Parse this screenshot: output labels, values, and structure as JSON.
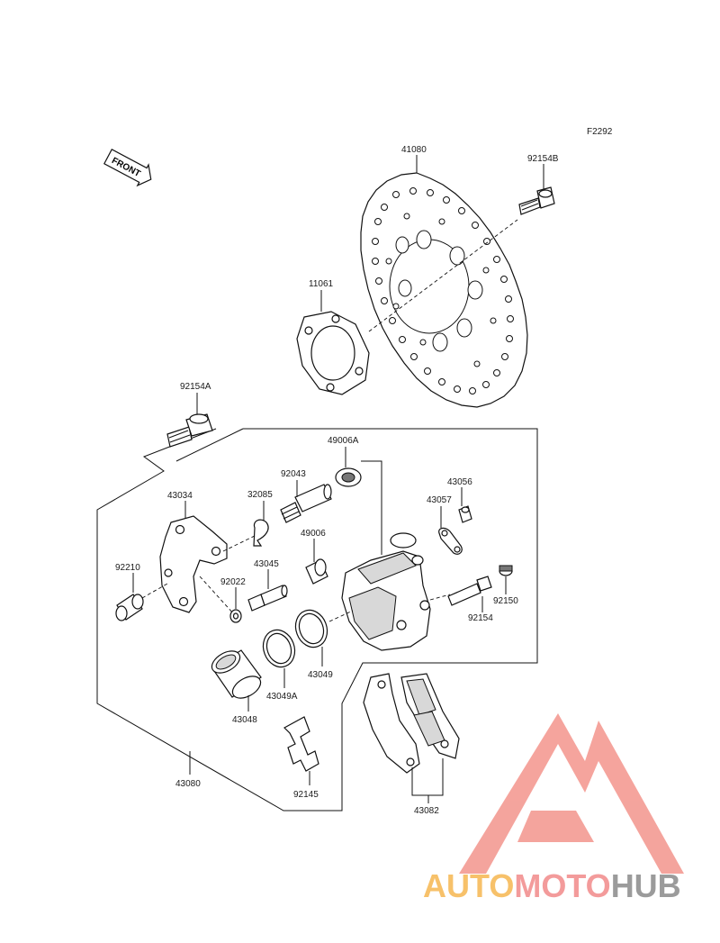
{
  "figure_code": "F2292",
  "front_arrow_label": "FRONT",
  "parts": {
    "p41080": "41080",
    "p92154B": "92154B",
    "p11061": "11061",
    "p92154A": "92154A",
    "p49006A": "49006A",
    "p92043": "92043",
    "p43034": "43034",
    "p32085": "32085",
    "p43056": "43056",
    "p43057": "43057",
    "p49006": "49006",
    "p92210": "92210",
    "p43045": "43045",
    "p92022": "92022",
    "p92150": "92150",
    "p92154": "92154",
    "p43049": "43049",
    "p43049A": "43049A",
    "p43048": "43048",
    "p43080": "43080",
    "p92145": "92145",
    "p43082": "43082"
  },
  "watermark": {
    "part1": "AUTO",
    "part2": "MOTO",
    "part3": "HUB",
    "color_auto": "#f5b041",
    "color_moto": "#f08080",
    "color_hub": "#808080",
    "triangle_color": "#f28b82"
  }
}
